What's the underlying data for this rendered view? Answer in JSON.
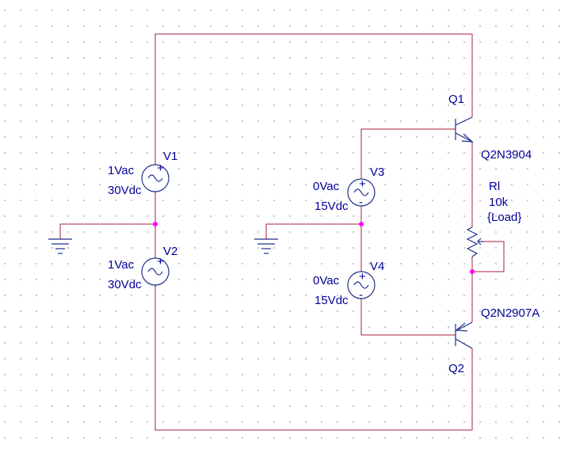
{
  "colors": {
    "wire": "#a8203a",
    "component": "#1f2f8f",
    "label": "#000099",
    "junction": "#ff00ff",
    "grid_dot": "#b8b8b8"
  },
  "sources": {
    "v1": {
      "name": "V1",
      "ac": "1Vac",
      "dc": "30Vdc"
    },
    "v2": {
      "name": "V2",
      "ac": "1Vac",
      "dc": "30Vdc"
    },
    "v3": {
      "name": "V3",
      "ac": "0Vac",
      "dc": "15Vdc"
    },
    "v4": {
      "name": "V4",
      "ac": "0Vac",
      "dc": "15Vdc"
    }
  },
  "transistors": {
    "q1": {
      "name": "Q1",
      "model": "Q2N3904"
    },
    "q2": {
      "name": "Q2",
      "model": "Q2N2907A"
    }
  },
  "resistor": {
    "name": "Rl",
    "value": "10k",
    "param": "{Load}"
  },
  "icons": [
    "ground-icon",
    "voltage-source-icon",
    "npn-transistor-icon",
    "pnp-transistor-icon",
    "potentiometer-icon"
  ]
}
